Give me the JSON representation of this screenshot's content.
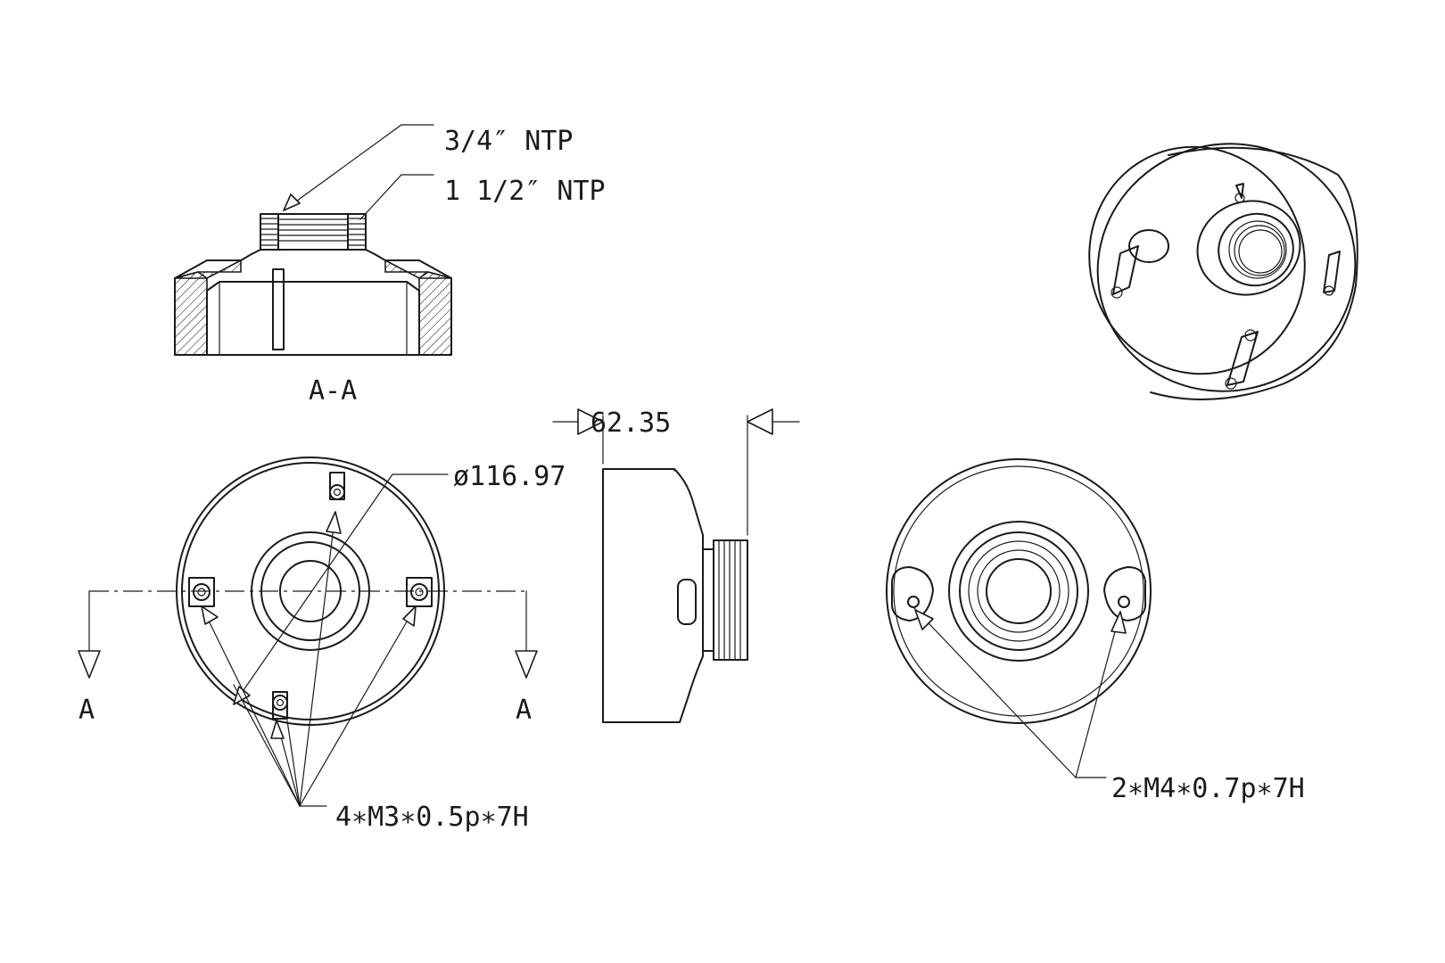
{
  "labels": {
    "thread_small": "3/4″ NTP",
    "thread_large": "1 1/2″ NTP",
    "section_title": "A-A",
    "height_dim": "62.35",
    "diameter_dim": "ø116.97",
    "section_mark_left": "A",
    "section_mark_right": "A",
    "holes_front": "4∗M3∗0.5p∗7H",
    "holes_back": "2∗M4∗0.7p∗7H"
  }
}
